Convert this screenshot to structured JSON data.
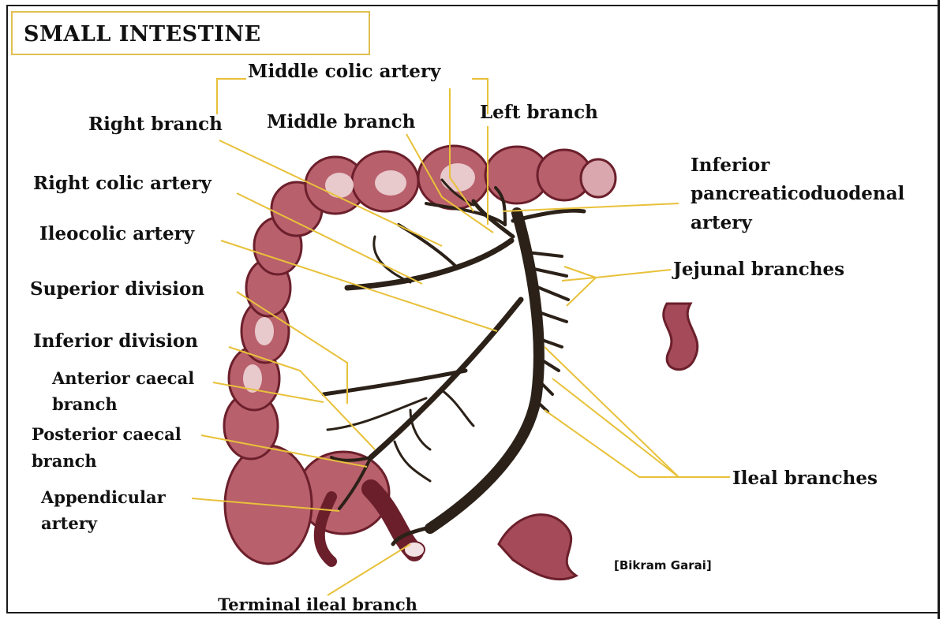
{
  "title": "SMALL INTESTINE",
  "labels": {
    "middle_colic_artery": "Middle colic artery",
    "right_branch": "Right branch",
    "middle_branch": "Middle branch",
    "left_branch": "Left branch",
    "inferior_pancreaticoduodenal_l1": "Inferior",
    "inferior_pancreaticoduodenal_l2": "pancreaticoduodenal",
    "inferior_pancreaticoduodenal_l3": "artery",
    "right_colic_artery": "Right colic artery",
    "ileocolic_artery": "Ileocolic artery",
    "jejunal_branches": "Jejunal branches",
    "superior_division": "Superior division",
    "inferior_division": "Inferior division",
    "anterior_caecal_l1": "Anterior caecal",
    "anterior_caecal_l2": "branch",
    "posterior_caecal_l1": "Posterior caecal",
    "posterior_caecal_l2": "branch",
    "appendicular_l1": "Appendicular",
    "appendicular_l2": "artery",
    "ileal_branches": "Ileal branches",
    "terminal_ileal_branch": "Terminal ileal branch"
  },
  "credit": "[Bikram Garai]",
  "colors": {
    "leader_line": "#e8c13a",
    "colon": "#8a2e3a",
    "colon_light": "#c98a92",
    "artery": "#2b2118",
    "title_border": "#e0c050"
  }
}
